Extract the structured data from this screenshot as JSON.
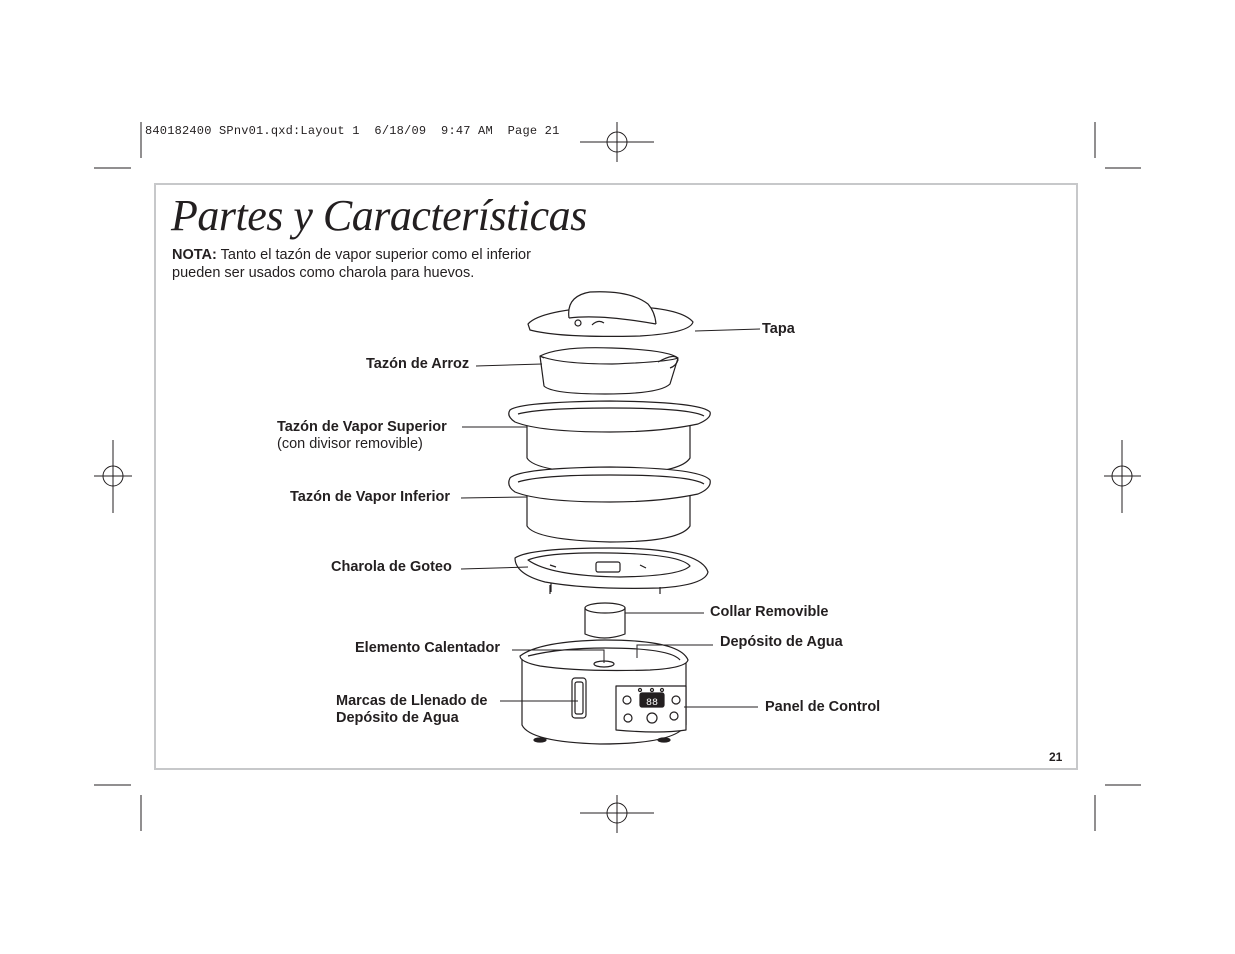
{
  "slug_line": "840182400 SPnv01.qxd:Layout 1  6/18/09  9:47 AM  Page 21",
  "title": "Partes y Características",
  "note": {
    "label": "NOTA:",
    "line1": "Tanto el tazón de vapor superior como el inferior",
    "line2": "pueden ser usados como charola para huevos."
  },
  "labels": {
    "tapa": "Tapa",
    "tazon_arroz": "Tazón de Arroz",
    "tazon_superior": "Tazón de Vapor Superior",
    "tazon_superior_sub": "(con divisor removible)",
    "tazon_inferior": "Tazón de Vapor Inferior",
    "charola_goteo": "Charola de Goteo",
    "collar_removible": "Collar Removible",
    "deposito_agua": "Depósito de Agua",
    "elemento_calentador": "Elemento Calentador",
    "marcas_llenado_1": "Marcas de Llenado de",
    "marcas_llenado_2": "Depósito de Agua",
    "panel_control": "Panel de Control"
  },
  "display_readout": "88",
  "page_number": "21"
}
